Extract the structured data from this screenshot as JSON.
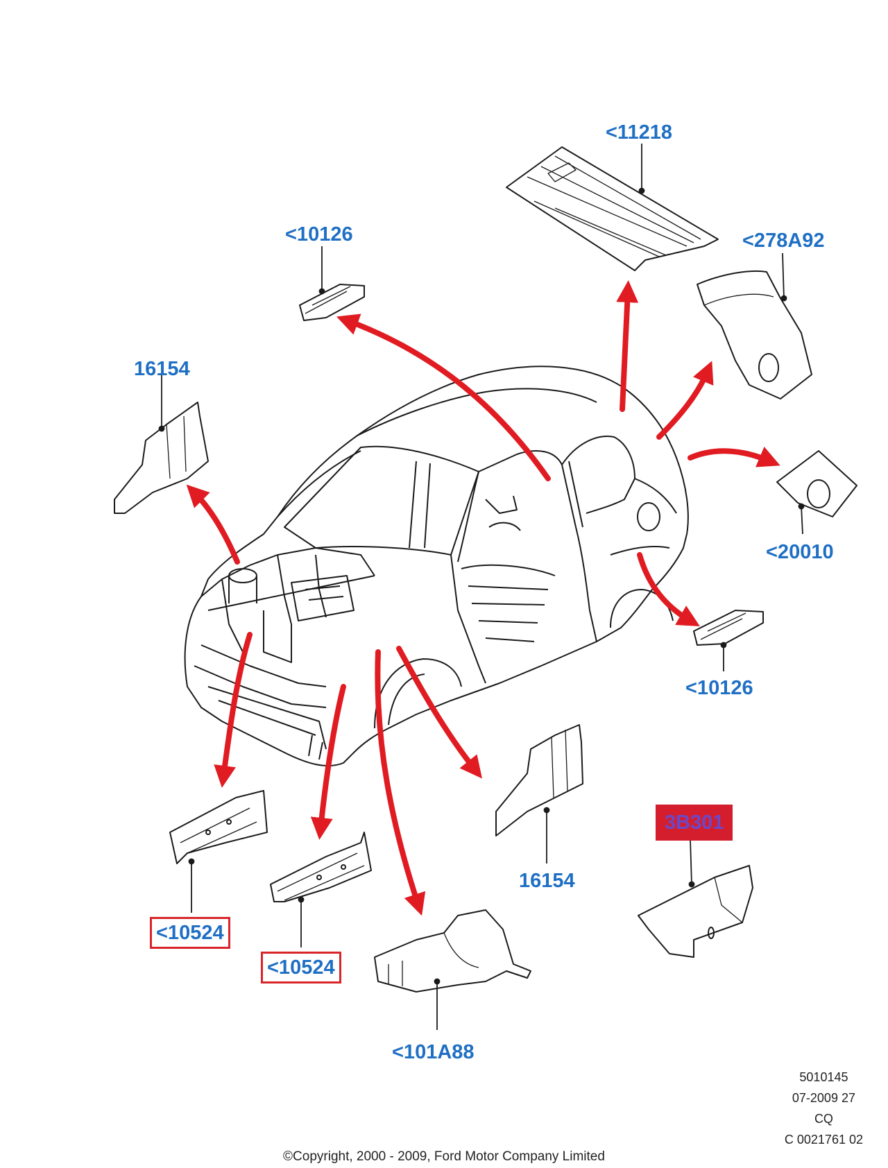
{
  "labels": {
    "rear_floor": "<11218",
    "rear_quarter": "<278A92",
    "rear_lamp_panel": "<20010",
    "sill_member_rear": "<10126",
    "crossmember_top": "<10126",
    "front_shield_left": "16154",
    "front_shield_right": "16154",
    "front_rail_left": "<10524",
    "front_rail_right": "<10524",
    "wheelhouse": "<101A88",
    "highlight_part": "3B301"
  },
  "reference": {
    "line1": "5010145",
    "line2": "07-2009 27",
    "line3": "CQ",
    "line4": "C 0021761 02"
  },
  "copyright": "©Copyright, 2000 - 2009, Ford Motor Company Limited",
  "colors": {
    "label_blue": "#1f6fc4",
    "arrow_red": "#e01b22",
    "box_red": "#d9252a",
    "highlight_fill": "#d41e2d",
    "highlight_text": "#6b48c9",
    "line": "#1a1a1a"
  }
}
